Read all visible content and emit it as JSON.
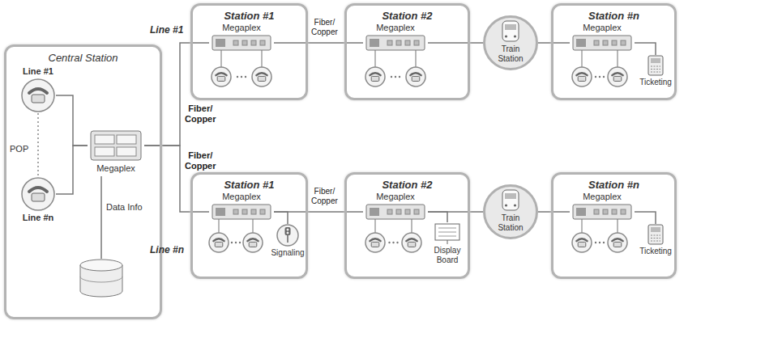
{
  "diagram": {
    "nodes": [
      {
        "text": [
          "Central Station"
        ]
      },
      {
        "text": [
          "Line #1"
        ],
        "in": 0
      },
      {
        "text": [
          "Line #n"
        ],
        "in": 0
      },
      {
        "text": [
          "Megaplex"
        ],
        "in": 0
      },
      {
        "text": [
          "Data Info"
        ],
        "in": 0
      },
      {
        "text": [
          "Station #1"
        ]
      },
      {
        "text": [
          "Megaplex"
        ],
        "in": 5
      },
      {
        "text": [
          "Station #2"
        ]
      },
      {
        "text": [
          "Megaplex"
        ],
        "in": 7
      },
      {
        "text": [
          "Train Station"
        ]
      },
      {
        "text": [
          "Station #n"
        ]
      },
      {
        "text": [
          "Megaplex"
        ],
        "in": 10
      },
      {
        "text": [
          "Ticketing"
        ],
        "in": 10
      },
      {
        "text": [
          "Station #1"
        ]
      },
      {
        "text": [
          "Megaplex"
        ],
        "in": 13
      },
      {
        "text": [
          "Signaling"
        ],
        "in": 13
      },
      {
        "text": [
          "Station #2"
        ]
      },
      {
        "text": [
          "Megaplex"
        ],
        "in": 16
      },
      {
        "text": [
          "Display Board"
        ],
        "in": 16
      },
      {
        "text": [
          "Train Station"
        ]
      },
      {
        "text": [
          "Station #n"
        ]
      },
      {
        "text": [
          "Megaplex"
        ],
        "in": 20
      },
      {
        "text": [
          "Ticketing"
        ],
        "in": 20
      }
    ],
    "edges": [
      {
        "from": 1,
        "to": 3,
        "arrow": "none"
      },
      {
        "from": 2,
        "to": 3,
        "arrow": "none"
      },
      {
        "from": 4,
        "to": 3,
        "arrow": "none"
      },
      {
        "from": 3,
        "to": 6,
        "label": "Fiber/ Copper",
        "arrow": "none"
      },
      {
        "from": 6,
        "to": 8,
        "label": "Fiber/ Copper",
        "arrow": "none"
      },
      {
        "from": 8,
        "to": 9,
        "arrow": "none"
      },
      {
        "from": 9,
        "to": 11,
        "arrow": "none"
      },
      {
        "from": 3,
        "to": 14,
        "label": "Fiber/ Copper",
        "arrow": "none"
      },
      {
        "from": 14,
        "to": 17,
        "label": "Fiber/ Copper",
        "arrow": "none"
      },
      {
        "from": 17,
        "to": 19,
        "arrow": "none"
      },
      {
        "from": 19,
        "to": 21,
        "arrow": "none"
      },
      {
        "from": 11,
        "to": 12,
        "arrow": "none"
      },
      {
        "from": 14,
        "to": 15,
        "arrow": "none"
      },
      {
        "from": 17,
        "to": 18,
        "arrow": "none"
      },
      {
        "from": 21,
        "to": 22,
        "arrow": "none"
      }
    ],
    "labels": [
      "POP",
      "Line #1",
      "Line #n"
    ]
  }
}
